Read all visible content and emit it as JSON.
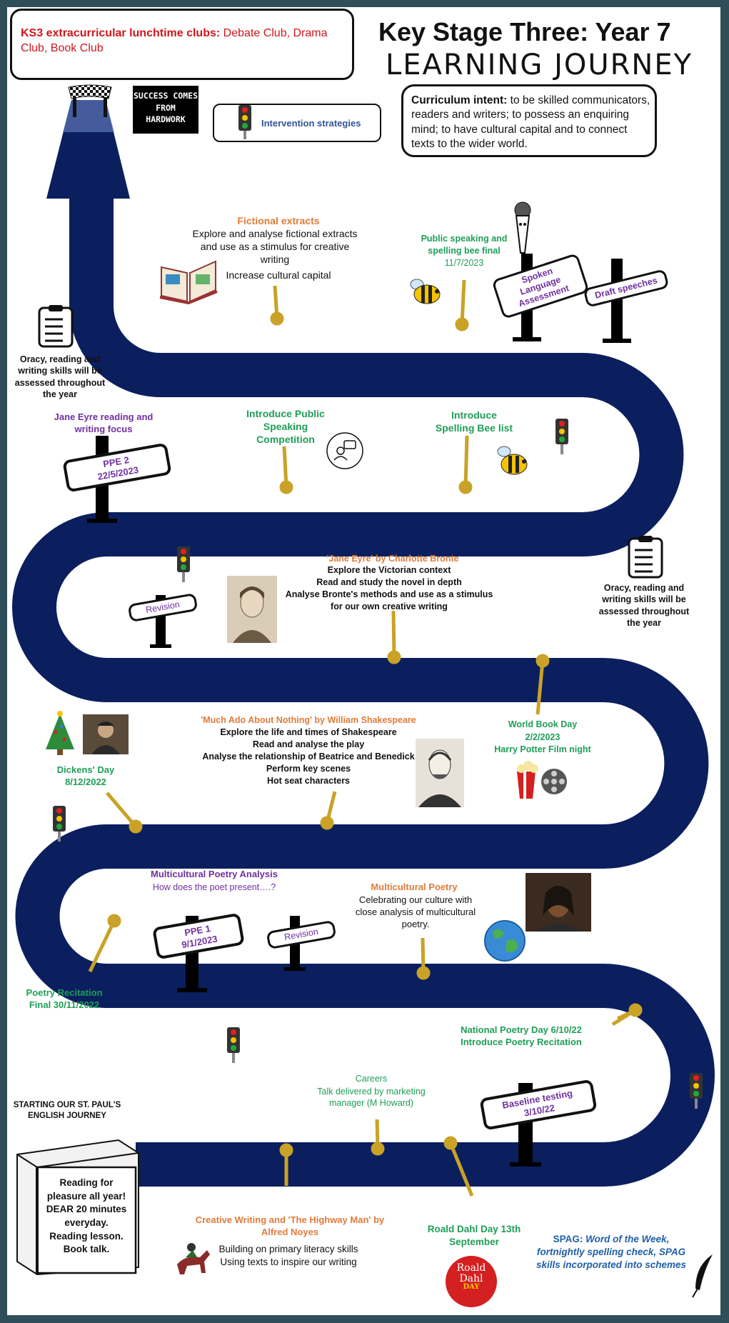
{
  "header": {
    "clubs_label": "KS3 extracurricular lunchtime clubs:",
    "clubs_list": "Debate Club, Drama Club, Book Club",
    "title_line1": "Key Stage Three: Year 7",
    "title_line2": "LEARNING JOURNEY"
  },
  "curriculum": {
    "label": "Curriculum intent:",
    "text": "to be skilled communicators, readers and writers; to possess an enquiring mind; to have cultural capital and to connect texts to the wider world."
  },
  "summit": {
    "slogan_line1": "SUCCESS COMES",
    "slogan_line2": "FROM",
    "slogan_line3": "HARDWORK"
  },
  "intervention": {
    "label": "Intervention strategies"
  },
  "oracy_note": {
    "text": "Oracy, reading and writing skills will be assessed throughout the year"
  },
  "milestones": {
    "fictional": {
      "title": "Fictional extracts",
      "text": "Explore and analyse fictional extracts and use as a stimulus for creative writing",
      "text2": "Increase cultural capital"
    },
    "public_speaking_final": {
      "line1": "Public speaking and",
      "line2": "spelling bee final",
      "date": "11/7/2023"
    },
    "spoken_language": {
      "label": "Spoken Language Assessment"
    },
    "draft_speeches": {
      "label": "Draft speeches"
    },
    "jane_eyre_focus": {
      "text": "Jane Eyre reading and writing focus"
    },
    "ppe2": {
      "line1": "PPE 2",
      "line2": "22/5/2023"
    },
    "intro_public_speaking": {
      "text": "Introduce Public Speaking Competition"
    },
    "intro_spelling_bee": {
      "text": "Introduce Spelling Bee list"
    },
    "jane_eyre": {
      "title": "'Jane Eyre' by Charlotte Bronte",
      "line1": "Explore the Victorian context",
      "line2": "Read and study the novel in depth",
      "line3": "Analyse Bronte's methods and use as a stimulus for our own creative writing"
    },
    "revision_top": {
      "label": "Revision"
    },
    "world_book_day": {
      "line1": "World Book Day",
      "line2": "2/2/2023",
      "line3": "Harry Potter Film night"
    },
    "much_ado": {
      "title": "'Much Ado About Nothing' by William Shakespeare",
      "line1": "Explore the life and times of Shakespeare",
      "line2": "Read and analyse the play",
      "line3": "Analyse the relationship of Beatrice and Benedick",
      "line4": "Perform key scenes",
      "line5": "Hot seat characters"
    },
    "dickens_day": {
      "line1": "Dickens' Day",
      "line2": "8/12/2022"
    },
    "multicultural_analysis": {
      "title": "Multicultural Poetry Analysis",
      "subtitle": "How does the poet present….?"
    },
    "ppe1": {
      "line1": "PPE 1",
      "line2": "9/1/2023"
    },
    "revision_mid": {
      "label": "Revision"
    },
    "multicultural_poetry": {
      "title": "Multicultural Poetry",
      "text": "Celebrating our culture with close analysis of multicultural poetry."
    },
    "poetry_recitation": {
      "line1": "Poetry Recitation",
      "line2": "Final 30/11/2022"
    },
    "national_poetry": {
      "line1": "National Poetry Day 6/10/22",
      "line2": "Introduce Poetry Recitation"
    },
    "careers": {
      "title": "Careers",
      "text": "Talk delivered by marketing manager (M Howard)"
    },
    "baseline": {
      "line1": "Baseline testing",
      "line2": "3/10/22"
    },
    "start": {
      "text": "STARTING OUR ST. PAUL'S ENGLISH JOURNEY"
    },
    "reading_book": {
      "line1": "Reading for",
      "line2": "pleasure all year!",
      "line3": "DEAR 20 minutes",
      "line4": "everyday.",
      "line5": "Reading lesson.",
      "line6": "Book talk."
    },
    "highway_man": {
      "title": "Creative Writing and 'The Highway Man' by Alfred Noyes",
      "line1": "Building on primary literacy skills",
      "line2": "Using texts to inspire our writing"
    },
    "roald_dahl": {
      "line1": "Roald Dahl Day 13th",
      "line2": "September",
      "badge1": "Roald",
      "badge2": "Dahl",
      "badge3": "DAY"
    },
    "spag": {
      "label": "SPAG:",
      "text": "Word of the Week, fortnightly spelling check, SPAG skills incorporated into schemes"
    }
  },
  "colors": {
    "path": "#0b1f5e",
    "marker": "#c9a227",
    "orange": "#e07b39",
    "green": "#1e9e57",
    "purple": "#7030a0",
    "red_title": "#d0161b"
  }
}
